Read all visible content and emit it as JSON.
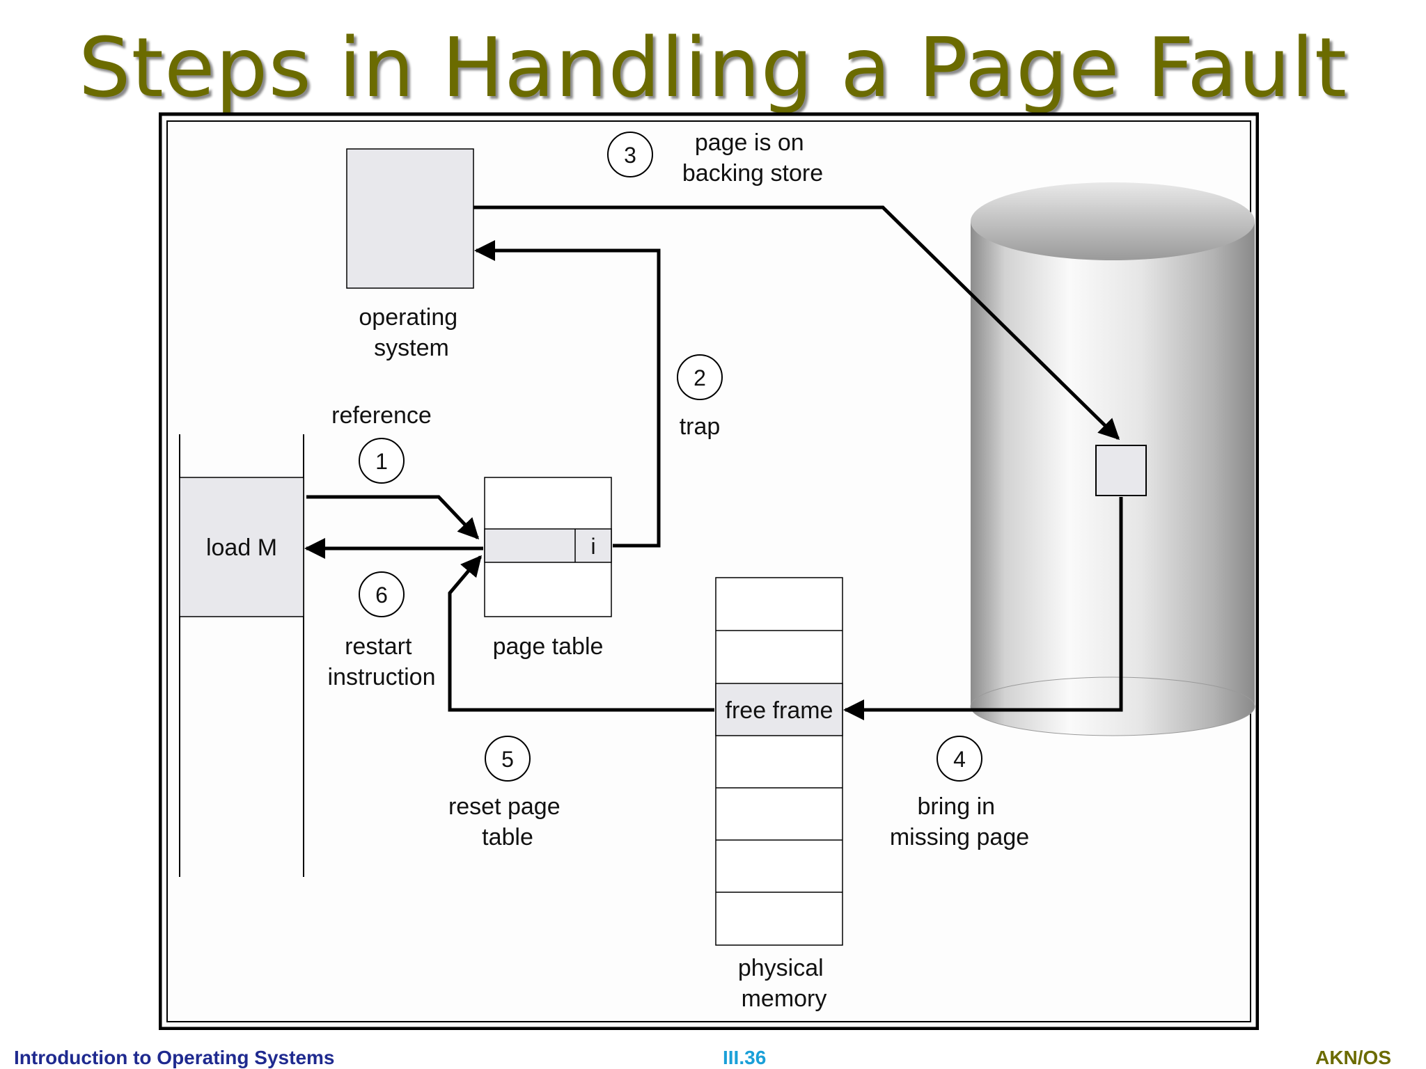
{
  "title": "Steps in Handling a Page Fault",
  "footer": {
    "left": "Introduction to Operating Systems",
    "center": "III.36",
    "right": "AKN/OS"
  },
  "diagram": {
    "load_box": "load M",
    "os_label": [
      "operating",
      "system"
    ],
    "page_table_label": "page table",
    "page_table_bit": "i",
    "free_frame": "free frame",
    "physical_memory_label": [
      "physical",
      "memory"
    ],
    "steps": [
      {
        "number": "1",
        "label": [
          "reference"
        ]
      },
      {
        "number": "2",
        "label": [
          "trap"
        ]
      },
      {
        "number": "3",
        "label": [
          "page is on",
          "backing store"
        ]
      },
      {
        "number": "4",
        "label": [
          "bring in",
          "missing page"
        ]
      },
      {
        "number": "5",
        "label": [
          "reset page",
          "table"
        ]
      },
      {
        "number": "6",
        "label": [
          "restart",
          "instruction"
        ]
      }
    ]
  },
  "colors": {
    "title": "#6b6b00",
    "box_fill": "#e8e8ec",
    "footer_left": "#1f2a8f",
    "footer_center": "#1aa0d8",
    "footer_right": "#6b6b00"
  }
}
